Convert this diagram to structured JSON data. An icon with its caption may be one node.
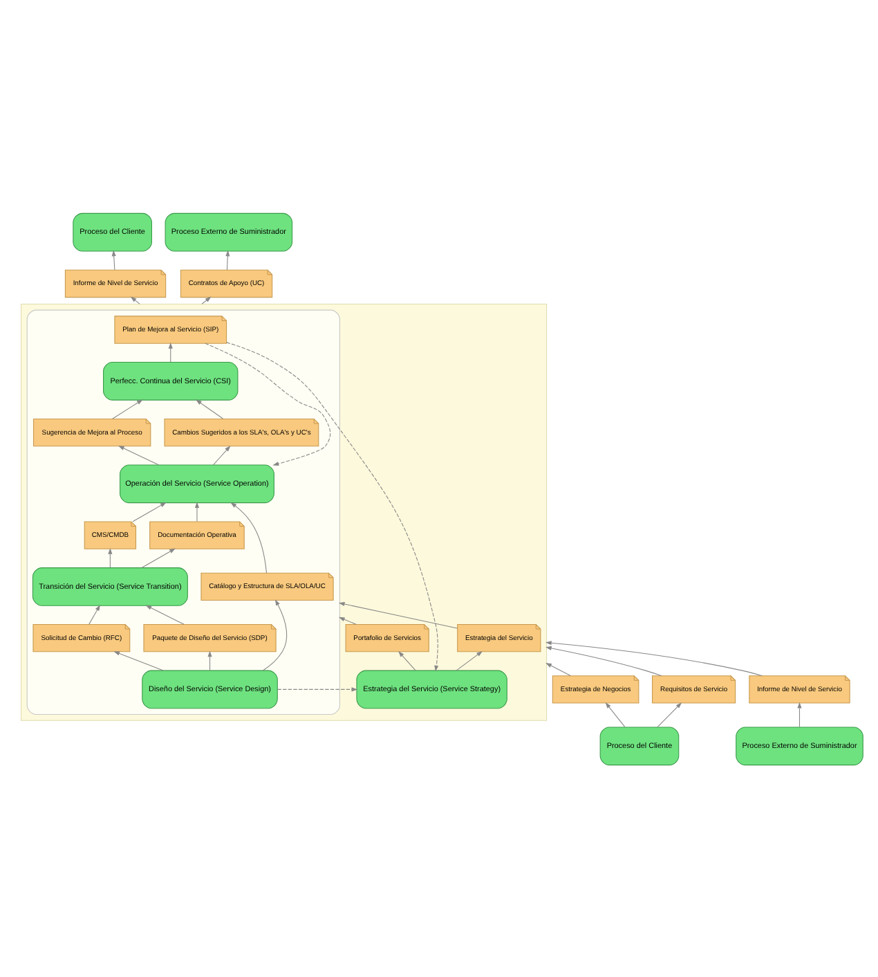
{
  "diagram": {
    "nodes": [
      {
        "text": [
          "Proceso del Cliente"
        ]
      },
      {
        "text": [
          "Proceso Externo de Suministrador"
        ]
      },
      {
        "text": [
          "Informe de Nivel de Servicio"
        ]
      },
      {
        "text": [
          "Contratos de Apoyo (UC)"
        ]
      },
      {
        "text": [],
        "shape": "box"
      },
      {
        "text": [
          "Estrategia del Servicio"
        ],
        "in": 4
      },
      {
        "text": [
          "Portafolio de Servicios"
        ],
        "in": 4
      },
      {
        "text": [
          "Estrategia del Servicio (Service Strategy)"
        ],
        "in": 4
      },
      {
        "text": [],
        "shape": "box",
        "in": 4
      },
      {
        "text": [
          "Catálogo y Estructura de SLA/OLA/UC"
        ],
        "in": 8
      },
      {
        "text": [
          "Solicitud de Cambio (RFC)"
        ],
        "in": 8
      },
      {
        "text": [
          "Paquete de Diseño del Servicio (SDP)"
        ],
        "in": 8
      },
      {
        "text": [
          "Diseño del Servicio (Service Design)"
        ],
        "in": 8
      },
      {
        "text": [
          "Transición del Servicio (Service Transition)"
        ],
        "in": 8
      },
      {
        "text": [
          "CMS/CMDB"
        ],
        "in": 8
      },
      {
        "text": [
          "Documentación Operativa"
        ],
        "in": 8
      },
      {
        "text": [
          "Operación del Servicio (Service Operation)"
        ],
        "in": 8
      },
      {
        "text": [
          "Cambios Sugeridos a los SLA's, OLA's y UC's"
        ],
        "in": 8
      },
      {
        "text": [
          "Sugerencia de Mejora al Proceso"
        ],
        "in": 8
      },
      {
        "text": [
          "Perfecc. Continua del Servicio (CSI)"
        ],
        "in": 8
      },
      {
        "text": [
          "Plan de Mejora al Servicio (SIP)"
        ],
        "in": 8
      },
      {
        "text": [
          "Estrategia de Negocios"
        ]
      },
      {
        "text": [
          "Requisitos de Servicio"
        ]
      },
      {
        "text": [
          "Informe de Nivel de Servicio"
        ]
      },
      {
        "text": [
          "Proceso del Cliente"
        ]
      },
      {
        "text": [
          "Proceso Externo de Suministrador"
        ]
      }
    ],
    "edges": [
      {
        "from": 24,
        "to": 21,
        "arrow": "to"
      },
      {
        "from": 24,
        "to": 22,
        "arrow": "to"
      },
      {
        "from": 25,
        "to": 23,
        "arrow": "to"
      },
      {
        "from": 21,
        "to": 4,
        "arrow": "to"
      },
      {
        "from": 22,
        "to": 4,
        "arrow": "to"
      },
      {
        "from": 23,
        "to": 4,
        "arrow": "to"
      },
      {
        "from": 4,
        "to": 2,
        "arrow": "to"
      },
      {
        "from": 4,
        "to": 3,
        "arrow": "to"
      },
      {
        "from": 2,
        "to": 0,
        "arrow": "to"
      },
      {
        "from": 3,
        "to": 1,
        "arrow": "to"
      },
      {
        "from": 7,
        "to": 5,
        "arrow": "to"
      },
      {
        "from": 7,
        "to": 6,
        "arrow": "to"
      },
      {
        "from": 5,
        "to": 8,
        "arrow": "to"
      },
      {
        "from": 6,
        "to": 8,
        "arrow": "to"
      },
      {
        "from": 12,
        "to": 9,
        "arrow": "to"
      },
      {
        "from": 12,
        "to": 10,
        "arrow": "to"
      },
      {
        "from": 12,
        "to": 11,
        "arrow": "to"
      },
      {
        "from": 10,
        "to": 13,
        "arrow": "to"
      },
      {
        "from": 11,
        "to": 13,
        "arrow": "to"
      },
      {
        "from": 9,
        "to": 16,
        "arrow": "to"
      },
      {
        "from": 13,
        "to": 14,
        "arrow": "to"
      },
      {
        "from": 13,
        "to": 15,
        "arrow": "to"
      },
      {
        "from": 14,
        "to": 16,
        "arrow": "to"
      },
      {
        "from": 15,
        "to": 16,
        "arrow": "to"
      },
      {
        "from": 16,
        "to": 17,
        "arrow": "to"
      },
      {
        "from": 16,
        "to": 18,
        "arrow": "to"
      },
      {
        "from": 17,
        "to": 19,
        "arrow": "to"
      },
      {
        "from": 18,
        "to": 19,
        "arrow": "to"
      },
      {
        "from": 19,
        "to": 20,
        "arrow": "to"
      },
      {
        "from": 20,
        "to": 16,
        "arrow": "to",
        "style": "dashed"
      },
      {
        "from": 20,
        "to": 7,
        "arrow": "to",
        "style": "dashed"
      },
      {
        "from": 12,
        "to": 7,
        "arrow": "to",
        "style": "dashed"
      }
    ]
  }
}
